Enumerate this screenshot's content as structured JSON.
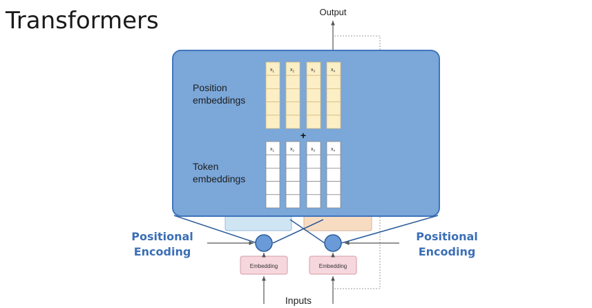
{
  "title": "Transformers",
  "output_label": "Output",
  "inputs_label": "Inputs",
  "position_embeddings_label": [
    "Position",
    "embeddings"
  ],
  "token_embeddings_label": [
    "Token",
    "embeddings"
  ],
  "plus_sign": "+",
  "column_labels": [
    "x1",
    "x2",
    "x3",
    "x4"
  ],
  "column_label_base": "x",
  "column_label_subscripts": [
    "1",
    "2",
    "3",
    "4"
  ],
  "embedding_label": "Embedding",
  "positional_encoding_label": [
    "Positional",
    "Encoding"
  ],
  "colors": {
    "block_fill": "#7ba7d9",
    "block_stroke": "#3f74bc",
    "position_cell_fill": "#fcefc6",
    "position_cell_stroke": "#d4bb7c",
    "token_cell_fill": "#ffffff",
    "token_cell_stroke": "#8a8a8a",
    "embedding_fill": "#f6d7dd",
    "embedding_stroke": "#d49aa6",
    "encoder_tab_fill": "#cfe5f4",
    "decoder_tab_fill": "#f8dcc2",
    "circle_fill": "#6a9bd8",
    "label_blue": "#3b6fb6"
  }
}
